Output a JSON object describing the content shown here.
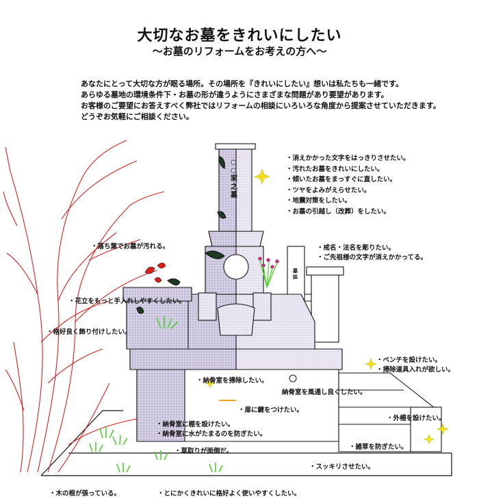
{
  "title": "大切なお墓をきれいにしたい",
  "subtitle": "～お墓のリフォームをお考えの方へ～",
  "intro_lines": [
    "あなたにとって大切な方が眠る場所。その場所を『きれいにしたい』想いは私たちも一緒です。",
    "あらゆる墓地の環境条件下・お墓の形が違うようにさまざまな問題があり要望があります。",
    "お客様のご要望にお答えすべく弊社ではリフォームの相談にいろいろな角度から提案させていただきます。",
    "どうぞお気軽にご相談ください。"
  ],
  "top_right_list": [
    "消えかかった文字をはっきりさせたい。",
    "汚れたお墓をきれいにしたい。",
    "傾いたお墓をまっすぐに直したい。",
    "ツヤをよみがえらせたい。",
    "地震対策をしたい。",
    "お墓の引越し（改葬）をしたい。"
  ],
  "right_labels": {
    "kaimyo1": "戒名・法名を彫りたい。",
    "kaimyo2": "ご先祖様の文字が消えかかってる。",
    "bench": "ベンチを設けたい。",
    "tools": "掃除道具入れが欲しい。",
    "fence": "外柵を設けたい。",
    "weeds": "雑草を防ぎたい。",
    "clean": "スッキリさせたい。"
  },
  "left_labels": {
    "leaves": "落ち葉でお墓が汚れる。",
    "flower": "花立をもっと手入れしやすくしたい。",
    "decor": "格好良く飾り付けしたい。",
    "roots": "木の根が張っている。",
    "easy": "とにかくきれいに格好よく使いやすくしたい。"
  },
  "center_labels": {
    "ossuary_clean": "納骨室を掃除したい。",
    "ossuary_vent": "納骨室を風通し良くしたい。",
    "door": "扉に鍵をつけたい。",
    "ossuary_shelf": "納骨室に棚を設けたい。",
    "ossuary_water": "納骨室に水がたまるのを防ぎたい。",
    "weeding": "草取りが面倒だ。"
  },
  "tombstone_text": "○○家之墓",
  "side_stone_text": "墓誌",
  "colors": {
    "tree": "#d8211d",
    "stone": "#c9c3db",
    "stone_dark": "#1e3a24",
    "grass": "#4fcf2e",
    "sparkle": "#f0e020",
    "flower": "#d62a8a"
  }
}
